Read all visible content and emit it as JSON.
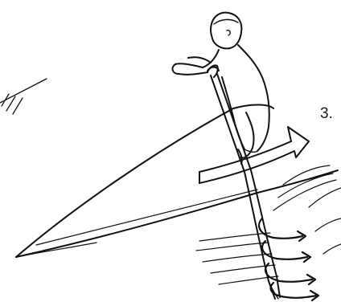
{
  "step": {
    "label": "3."
  },
  "illustration": {
    "subject": "person-sculling-kayak-paddle-stroke",
    "icons": [
      "paddler-figure",
      "kayak-hull",
      "paddle",
      "stroke-direction-arrow",
      "water-swirl-arrows"
    ],
    "colors": {
      "ink": "#111111",
      "background": "#ffffff"
    }
  }
}
